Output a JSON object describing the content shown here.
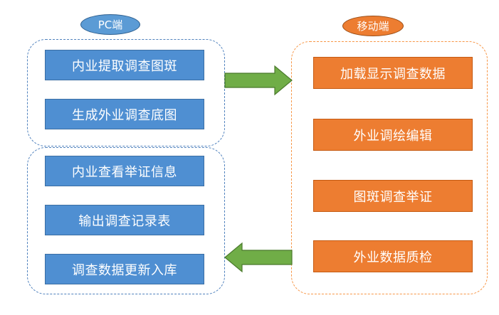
{
  "pc": {
    "title": "PC端",
    "group_top": [
      "内业提取调查图斑",
      "生成外业调查底图"
    ],
    "group_bottom": [
      "内业查看举证信息",
      "输出调查记录表",
      "调查数据更新入库"
    ]
  },
  "mobile": {
    "title": "移动端",
    "items": [
      "加载显示调查数据",
      "外业调绘编辑",
      "图斑调查举证",
      "外业数据质检"
    ]
  },
  "arrows": [
    {
      "direction": "right",
      "from": "pc.group_top",
      "to": "mobile"
    },
    {
      "direction": "left",
      "from": "mobile",
      "to": "pc.group_bottom"
    }
  ],
  "colors": {
    "pc_box": "#4f8fd2",
    "pc_border": "#4f81bd",
    "mobile_box": "#ed7d31",
    "mobile_border": "#f79646",
    "arrow_fill": "#70ad47",
    "arrow_stroke": "#4a7a2c"
  }
}
